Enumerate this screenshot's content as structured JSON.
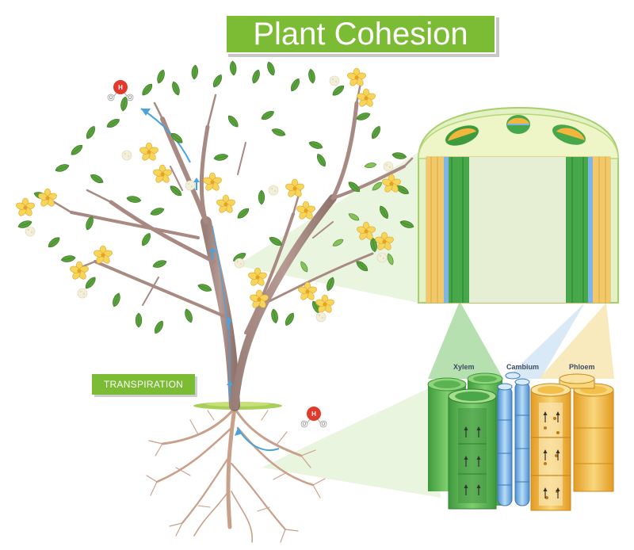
{
  "title": "Plant Cohesion",
  "label_transpiration": "TRANSPIRATION",
  "vessel_labels": {
    "xylem": "Xylem",
    "cambium": "Cambium",
    "phloem": "Phloem"
  },
  "water_molecule": {
    "hydrogen_letter": "H",
    "oxygen_letter": "O"
  },
  "colors": {
    "title_green": "#7cbb34",
    "leaf_green": "#5aa33c",
    "flower_yellow": "#f7d55a",
    "root_brown": "#c9a089",
    "xylem_green": "#6cc06a",
    "cambium_blue": "#7fb4e6",
    "phloem_orange": "#f2b63c",
    "flow_arrow_blue": "#4aa3df",
    "molecule_red": "#e23a2a"
  }
}
